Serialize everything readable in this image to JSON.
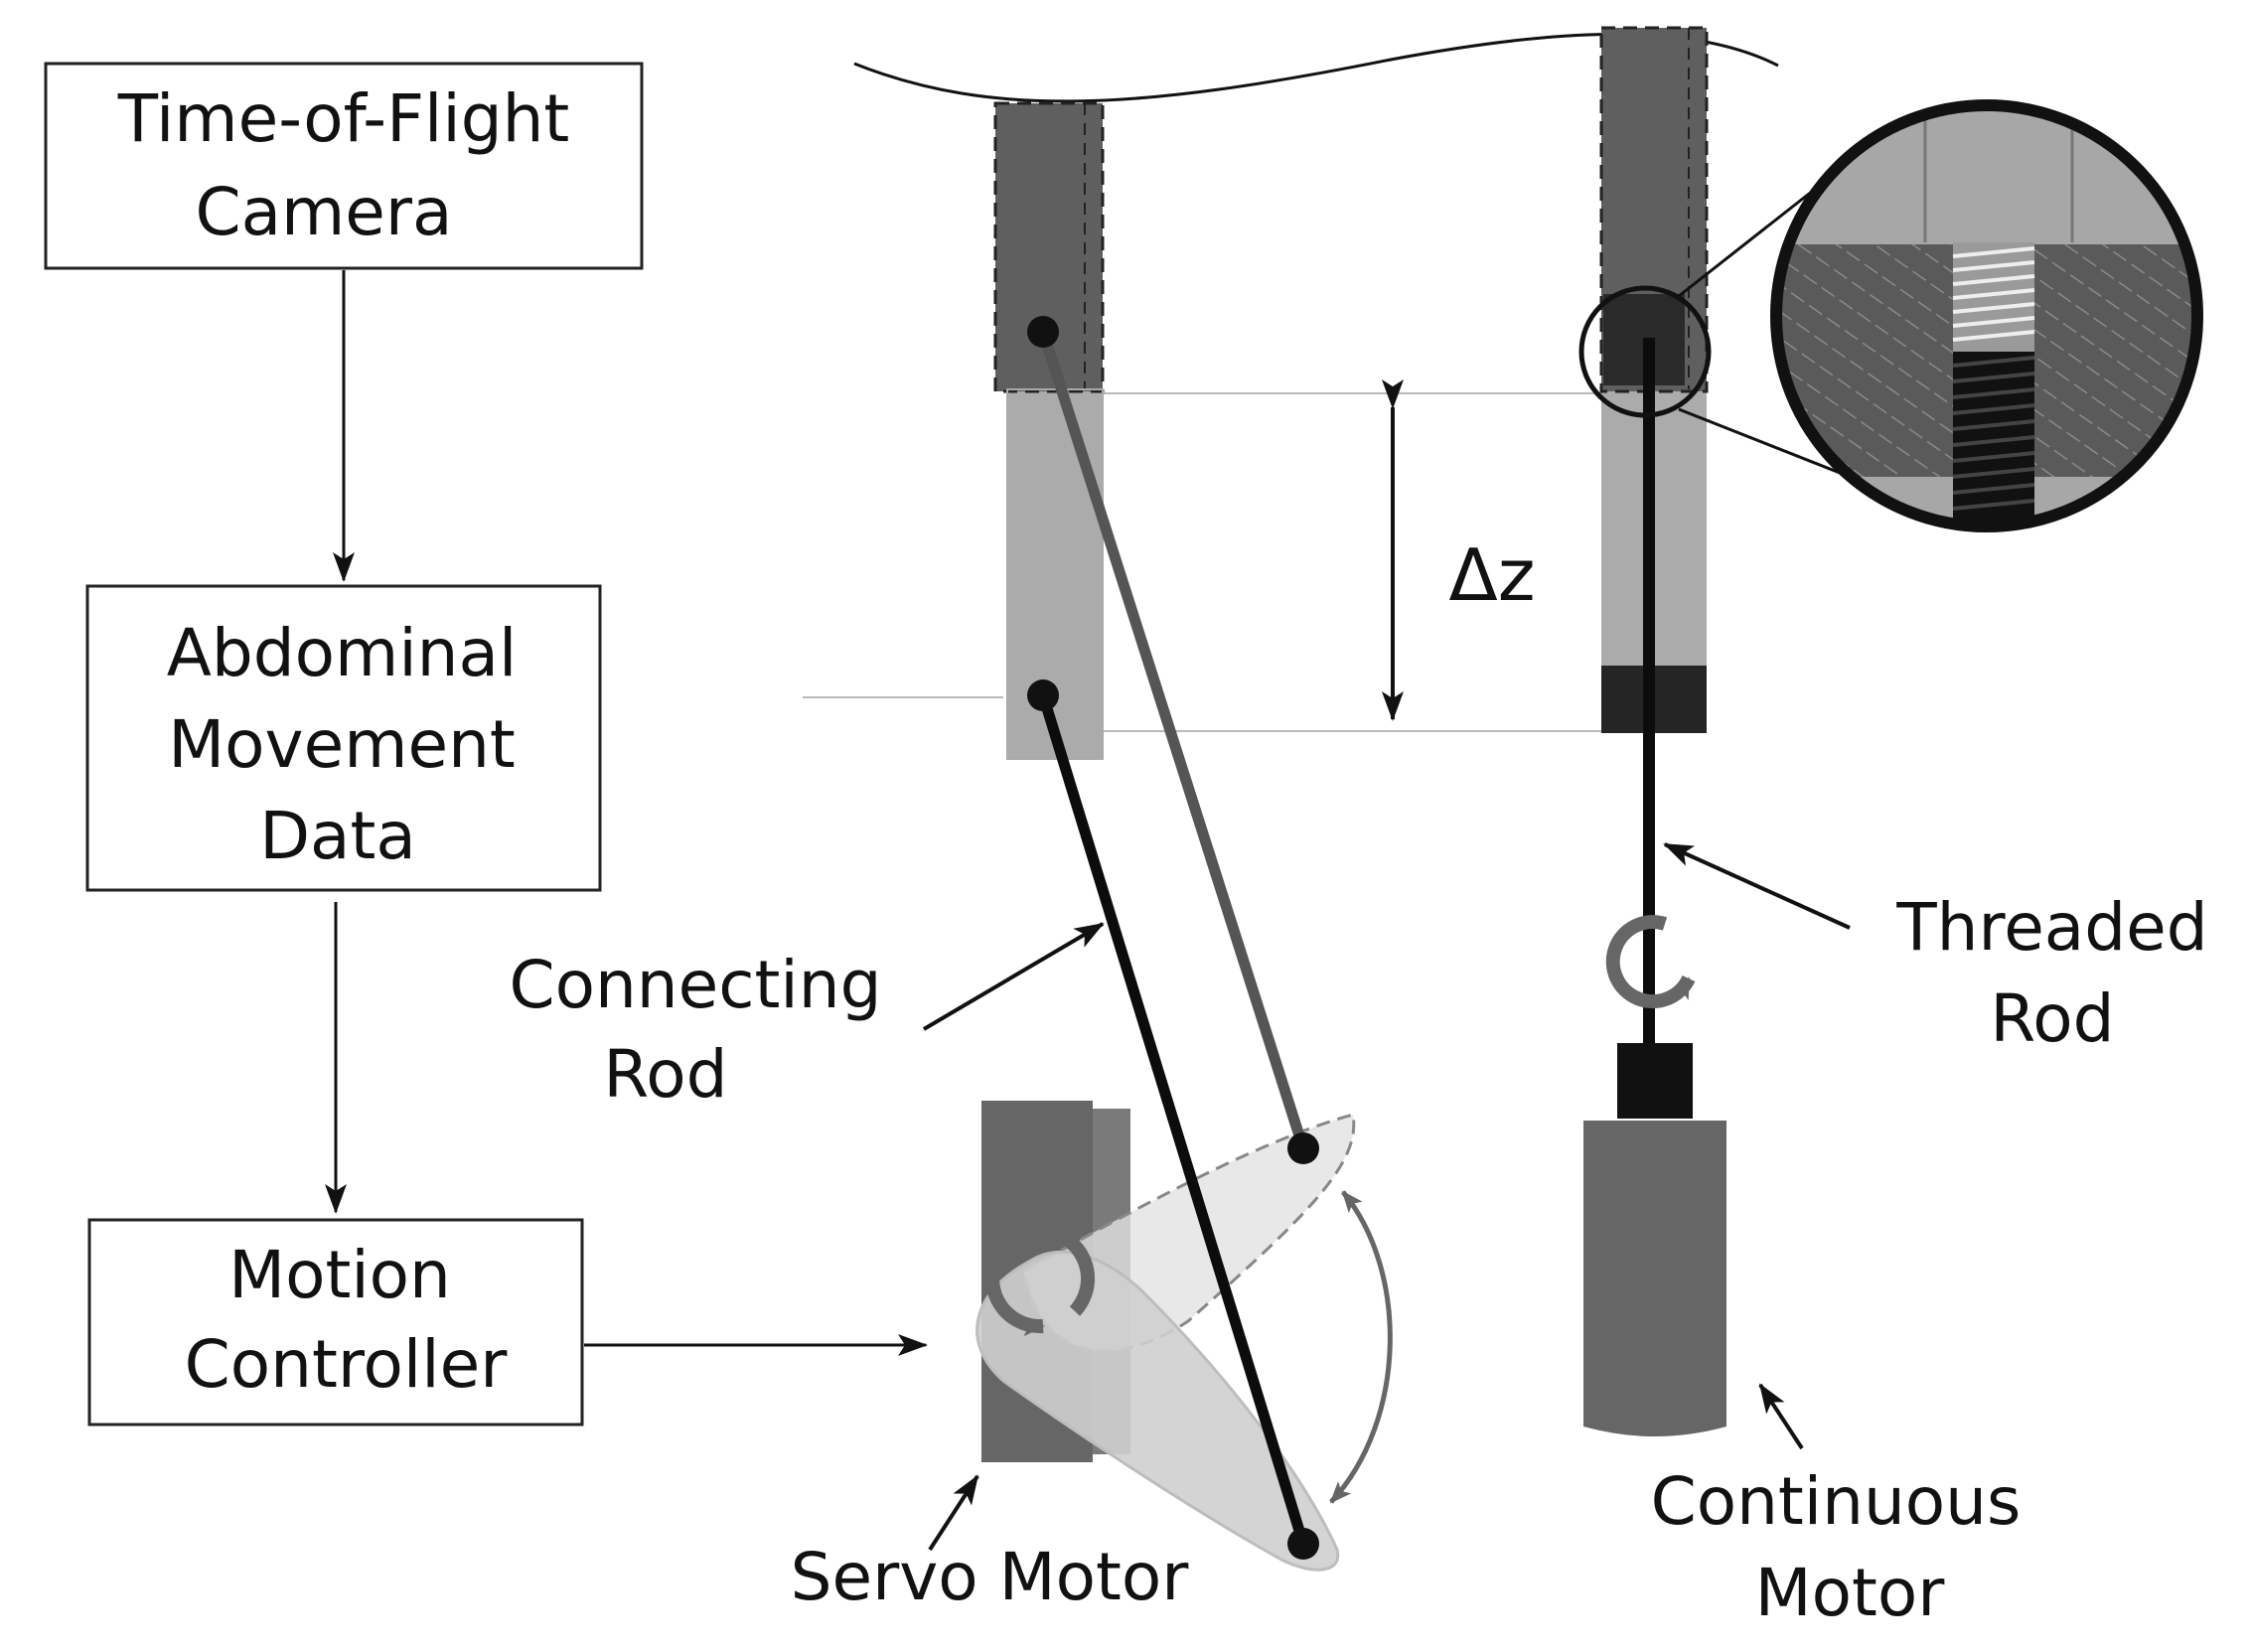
{
  "flowchart": {
    "camera_box": {
      "line1": "Time-of-Flight",
      "line2": "Camera"
    },
    "data_box": {
      "line1": "Abdominal",
      "line2": "Movement",
      "line3": "Data"
    },
    "controller_box": {
      "line1": "Motion",
      "line2": "Controller"
    }
  },
  "mechanism": {
    "connecting_rod": {
      "line1": "Connecting",
      "line2": "Rod"
    },
    "servo_motor": "Servo Motor",
    "delta_z": "Δz",
    "threaded_rod": {
      "line1": "Threaded",
      "line2": "Rod"
    },
    "continuous_motor": {
      "line1": "Continuous",
      "line2": "Motor"
    }
  },
  "colors": {
    "dark_block": "#5f5f5f",
    "light_block": "#9c9c9c",
    "motor_body": "#666666",
    "servo_arm": "#d4d4d4",
    "rod_black": "#0c0c0c"
  }
}
